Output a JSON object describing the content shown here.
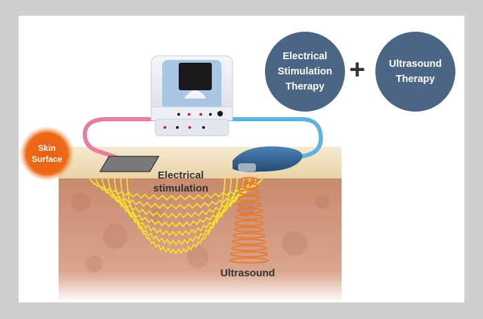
{
  "labels": {
    "electrical_therapy": "Electrical\nStimulation\nTherapy",
    "plus": "+",
    "ultrasound_therapy": "Ultrasound\nTherapy",
    "skin_surface": "Skin\nSurface",
    "electrical_stimulation": "Electrical\nstimulation",
    "ultrasound": "Ultrasound"
  },
  "colors": {
    "therapy_circle": "#4b6684",
    "skin_surface_badge": "#e8600f",
    "electrical_wave": "#f2e12a",
    "ultrasound_wave": "#e9782a",
    "electrode_cable": "#e97ba0",
    "probe_cable": "#5fb3e3",
    "probe": "#2f5f8c"
  },
  "icons": [
    "therapy-device-icon",
    "electrode-pad-icon",
    "ultrasound-probe-icon"
  ]
}
